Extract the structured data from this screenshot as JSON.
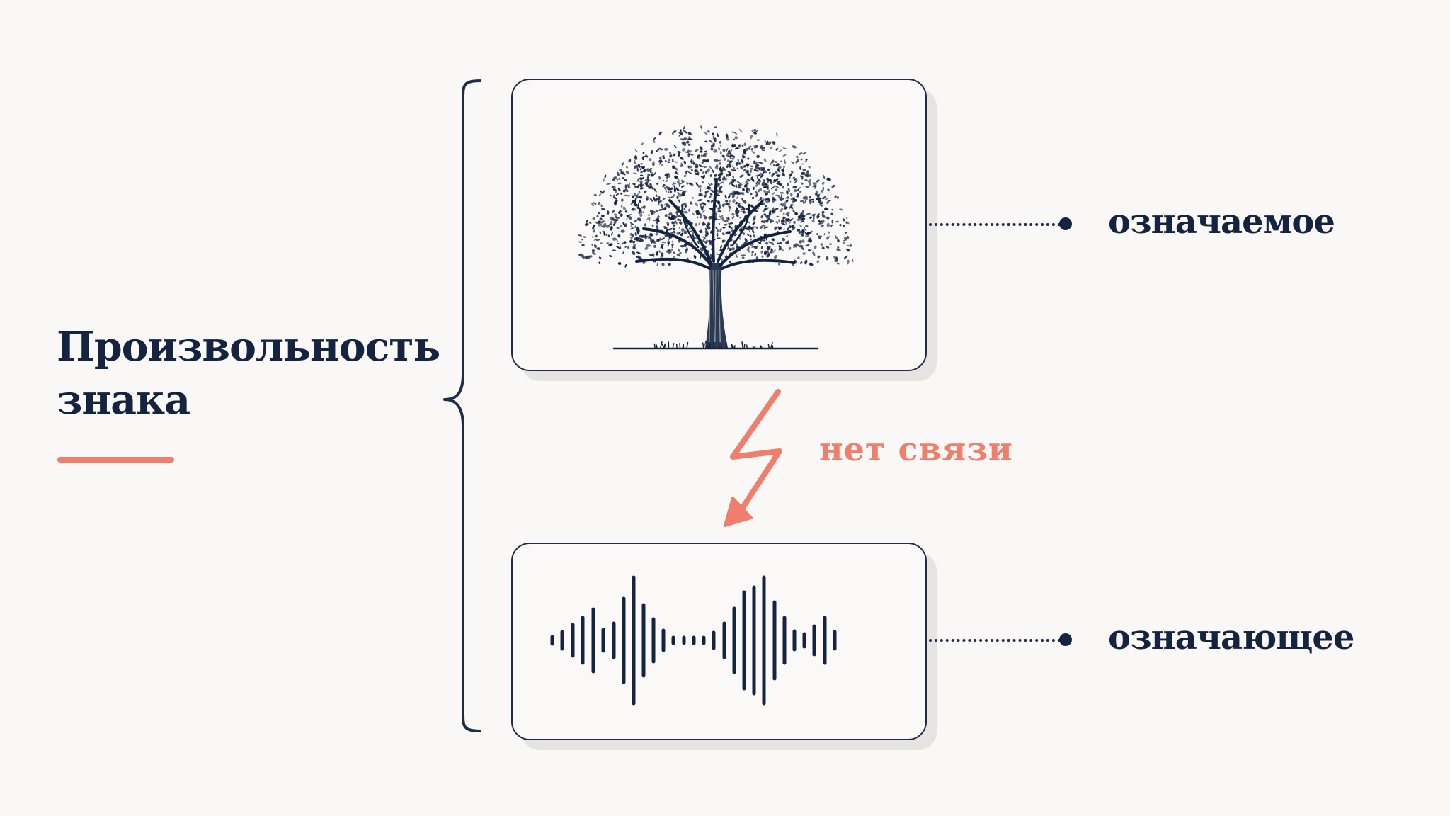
{
  "title": {
    "line1": "Произвольность",
    "line2": "знака"
  },
  "signified": {
    "label": "означаемое",
    "icon": "tree-illustration-icon"
  },
  "signifier": {
    "label": "означающее",
    "icon": "sound-wave-icon"
  },
  "relation": {
    "label": "нет связи",
    "icon": "lightning-arrow-icon"
  },
  "colors": {
    "ink": "#14233f",
    "accent": "#ef7e6c",
    "background": "#faf8f6"
  }
}
